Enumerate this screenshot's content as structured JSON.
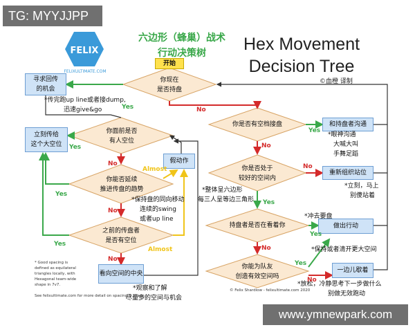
{
  "watermarks": {
    "top": "TG: MYYJJPP",
    "bottom": "www.ymnewpark.com"
  },
  "logo": {
    "letters": "FELIX",
    "url": "FELIXULTIMATE.COM"
  },
  "title_cn": {
    "line1": "六边形（蜂巢）战术",
    "line2": "行动决策树"
  },
  "title_en": {
    "line1": "Hex Movement",
    "line2": "Decision Tree"
  },
  "credit": "©血橙 译制",
  "nodes": {
    "start": "开始",
    "d_hold": {
      "line1": "你现在",
      "line2": "是否持盘"
    },
    "b_seek": {
      "line1": "寻求回传",
      "line2": "的机会"
    },
    "d_space_receive": "你是否有空档接盘",
    "b_communicate": "和持盘者沟通",
    "d_open_front": {
      "line1": "你面前是否",
      "line2": "有人空位"
    },
    "b_throw": {
      "line1": "立刻传给",
      "line2": "这个大空位"
    },
    "b_fake": "假动作",
    "d_extend": {
      "line1": "你能否延续",
      "line2": "推进传盘的趋势"
    },
    "d_good_space": {
      "line1": "你是否处于",
      "line2": "较好的空间内"
    },
    "b_reposition": "重新组织站位",
    "d_prev_thrower": {
      "line1": "之前的传盘者",
      "line2": "是否有空位"
    },
    "d_see_you": "持盘者是否在看着你",
    "b_cut": "做出行动",
    "b_look_middle": "看向空间的中央",
    "d_create_space": {
      "line1": "你能为队友",
      "line2": "创造有效空间吗"
    },
    "b_side": "一边儿歇着"
  },
  "notes": {
    "n1": {
      "line1": "*传完跑up line或者接dump,",
      "line2": "迅速give&go"
    },
    "n2": {
      "line1": "*眼神沟通",
      "line2": "大喊大叫",
      "line3": "手舞足蹈"
    },
    "n3": {
      "line1": "*整体呈六边形",
      "line2": "每三人呈等边三角形"
    },
    "n4": {
      "line1": "*立刻，马上",
      "line2": "别傻站着"
    },
    "n5": {
      "line1": "*保持盘的同向移动",
      "line2": "连续的swing",
      "line3": "或者up line"
    },
    "n6": "*冲去要盘",
    "n7": "*保持或者清开更大空间",
    "n8": {
      "line1": "*放松，冷静思考下一步做什么",
      "line2": "别做无效跑动"
    },
    "n9": {
      "line1": "*观察和了解",
      "line2": "尽量多的空间与机会"
    }
  },
  "labels": {
    "yes": "Yes",
    "no": "No",
    "almost": "Almost"
  },
  "footnote": {
    "line1": "* Good spacing is",
    "line2": "defined as equilateral",
    "line3": "triangles locally, with",
    "line4": "Hexagonal team-wide",
    "line5": "shape in 7v7.",
    "line6": "See felixultimate.com for more detail on spacing & shape."
  },
  "signature": "© Felix Shardlow - felixultimate.com 2020",
  "colors": {
    "yes": "#3aa84a",
    "no": "#d42a2a",
    "almost": "#f0c419",
    "box": "#cfe3f7",
    "diamond": "#fbe9d2",
    "start": "#ffe14d"
  }
}
